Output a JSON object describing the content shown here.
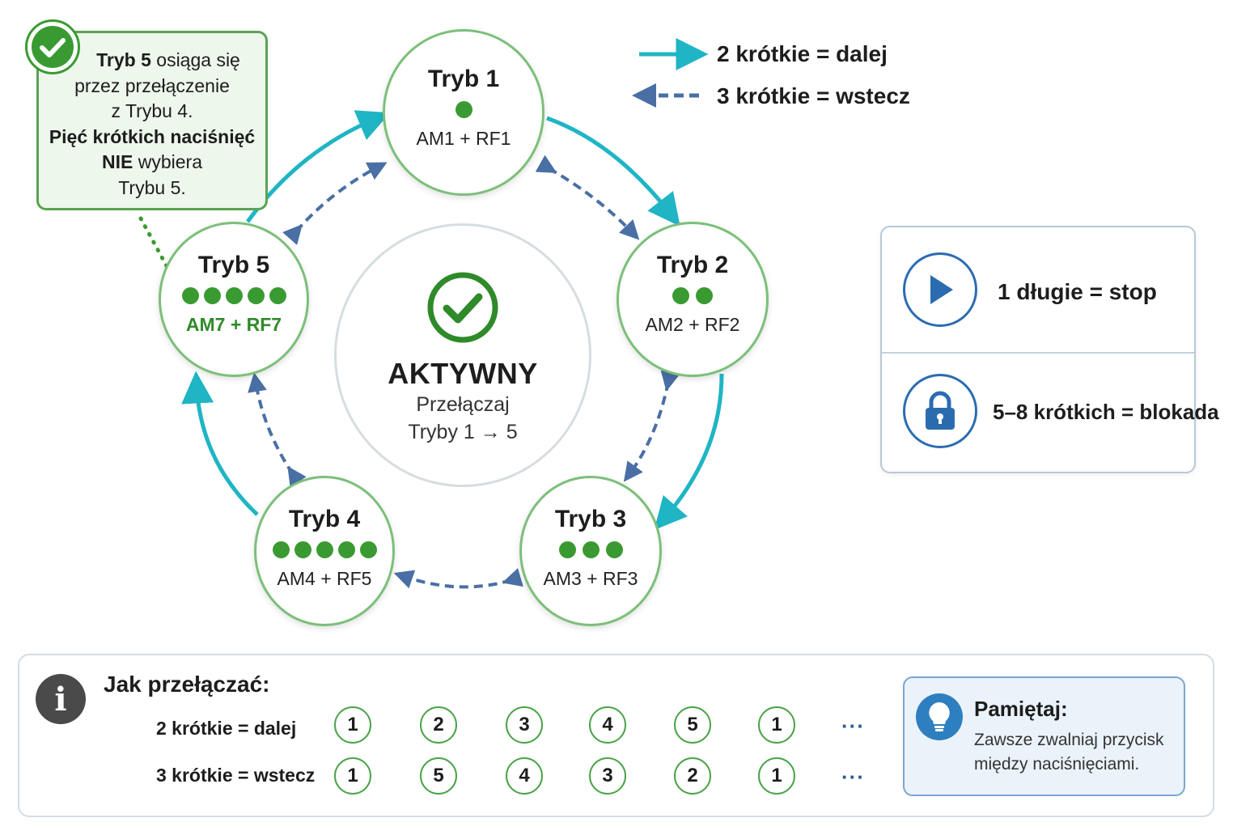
{
  "colors": {
    "forward": "#1fb5c4",
    "backward": "#4a6fa5",
    "green": "#3a9a32",
    "node_border": "#7cbf7a",
    "panel_blue": "#2b6cb0"
  },
  "legend": {
    "forward": "2 krótkie = dalej",
    "backward": "3 krótkie = wstecz"
  },
  "modes": [
    {
      "title": "Tryb 1",
      "dots": 1,
      "sub": "AM1 + RF1"
    },
    {
      "title": "Tryb 2",
      "dots": 2,
      "sub": "AM2 + RF2"
    },
    {
      "title": "Tryb 3",
      "dots": 3,
      "sub": "AM3 + RF3"
    },
    {
      "title": "Tryb 4",
      "dots": 5,
      "sub": "AM4 + RF5"
    },
    {
      "title": "Tryb 5",
      "dots": 5,
      "sub": "AM7 + RF7"
    }
  ],
  "center": {
    "status": "AKTYWNY",
    "line1": "Przełączaj",
    "line2": "Tryby 1 → 5"
  },
  "callout": {
    "l1_bold": "Tryb 5",
    "l1_rest": " osiąga się",
    "l2": "przez przełączenie",
    "l3": "z Trybu 4.",
    "l4_bold": "Pięć krótkich naciśnięć",
    "l5_bold": "NIE",
    "l5_rest": " wybiera",
    "l6": "Trybu 5."
  },
  "panel": {
    "stop_icon": "play-icon",
    "stop_text": "1 długie = stop",
    "lock_icon": "lock-icon",
    "lock_text": "5–8 krótkich = blokada"
  },
  "howto": {
    "icon": "info-icon",
    "title": "Jak przełączać:",
    "forward_label": "2 krótkie = dalej",
    "backward_label": "3 krótkie = wstecz",
    "forward_seq": [
      "1",
      "2",
      "3",
      "4",
      "5",
      "1"
    ],
    "backward_seq": [
      "1",
      "5",
      "4",
      "3",
      "2",
      "1"
    ],
    "more": "···"
  },
  "reminder": {
    "icon": "lightbulb-icon",
    "title": "Pamiętaj:",
    "text": "Zawsze zwalniaj przycisk między naciśnięciami."
  }
}
